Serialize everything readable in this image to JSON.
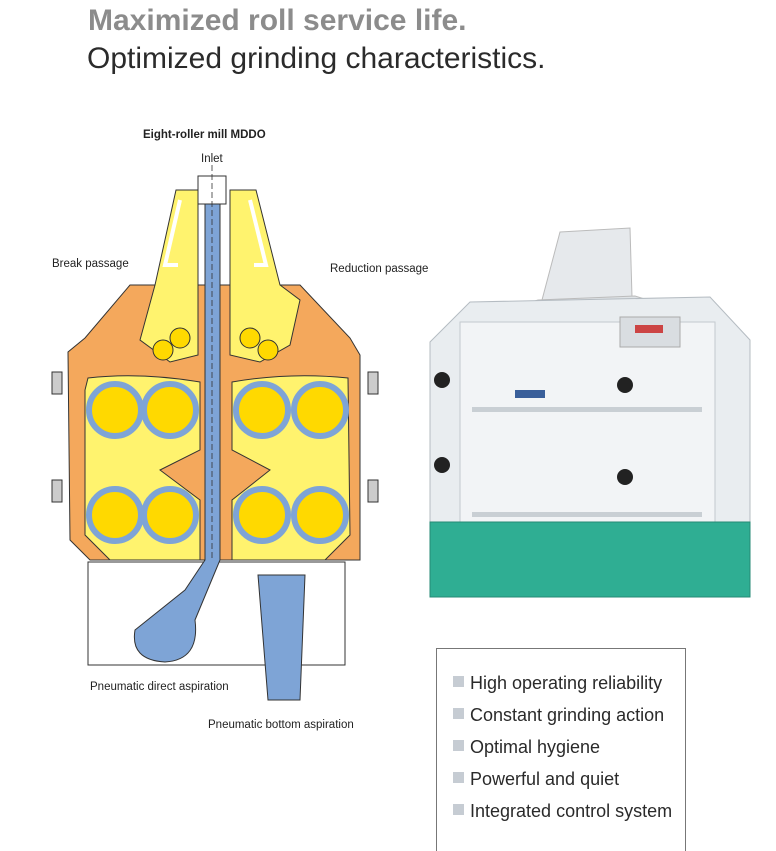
{
  "header": {
    "title_line1": "Maximized roll service life.",
    "title_line2": "Optimized grinding characteristics."
  },
  "diagram": {
    "caption": "Eight-roller mill MDDO",
    "labels": {
      "inlet": "Inlet",
      "break": "Break passage",
      "reduction": "Reduction passage",
      "direct": "Pneumatic direct aspiration",
      "bottom": "Pneumatic bottom aspiration"
    },
    "colors": {
      "housing": "#f4a85c",
      "feed": "#fff36e",
      "roller": "#ffd900",
      "roller_ring": "#7ea4d6",
      "aspiration": "#7ea4d6"
    }
  },
  "photo": {
    "colors": {
      "body": "#e9edf0",
      "base": "#2fae93"
    }
  },
  "features": {
    "items": [
      "High operating reliability",
      "Constant grinding action",
      "Optimal hygiene",
      "Powerful and quiet",
      "Integrated control system"
    ]
  }
}
